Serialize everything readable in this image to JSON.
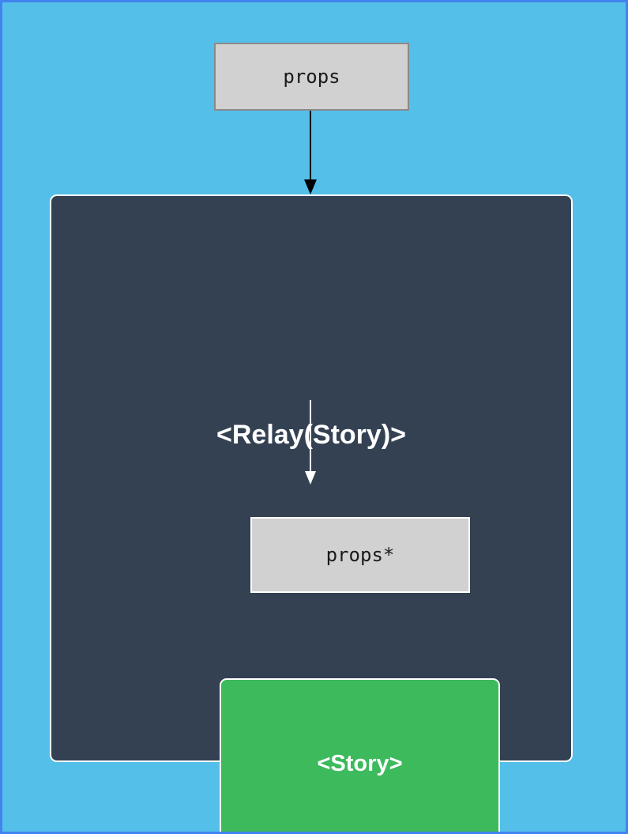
{
  "colors": {
    "page_background": "#54BFE8",
    "page_border": "#4183EF",
    "container_fill": "#344153",
    "container_border": "#FFFFFF",
    "box_fill": "#D1D1D1",
    "box_border_gray": "#8A8A8A",
    "box_border_white": "#FFFFFF",
    "story_fill": "#3CBA5C",
    "arrow_black": "#000000",
    "arrow_white": "#FFFFFF",
    "text_dark": "#1A1A1A",
    "text_light": "#FFFFFF"
  },
  "diagram": {
    "props_box": {
      "label": "props"
    },
    "relay_container": {
      "title": "<Relay(Story)>"
    },
    "props_star_box": {
      "label": "props*"
    },
    "story_box": {
      "label": "<Story>"
    }
  }
}
